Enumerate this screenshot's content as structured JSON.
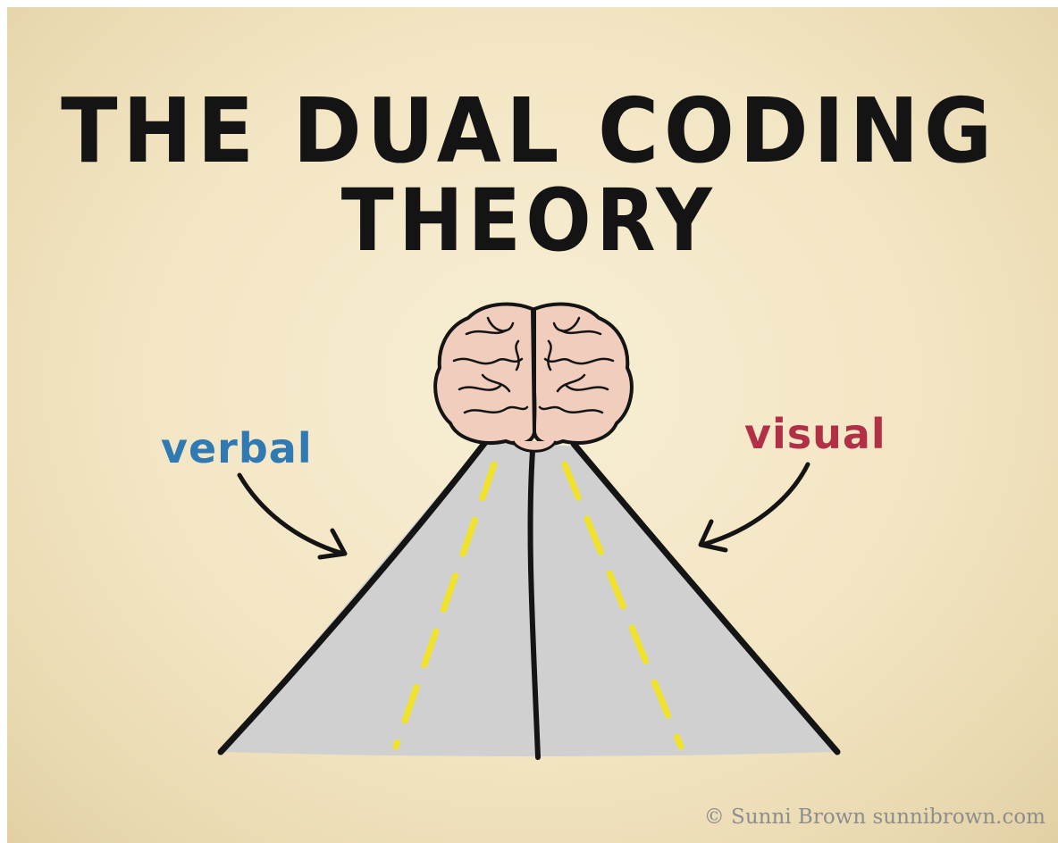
{
  "title": {
    "line1": "THE DUAL CODING",
    "line2": "THEORY"
  },
  "labels": {
    "verbal": "verbal",
    "visual": "visual"
  },
  "credit": "© Sunni Brown sunnibrown.com",
  "colors": {
    "background": "#f2e5c3",
    "verbal": "#2f7ab3",
    "visual": "#b23045",
    "road": "#d0d0d0",
    "road_dashes": "#f1e22a",
    "brain": "#f0cdbd",
    "ink": "#141414"
  },
  "icons": {
    "brain": "brain-icon",
    "road": "road-icon",
    "verbal_arrow": "arrow-icon",
    "visual_arrow": "arrow-icon"
  }
}
